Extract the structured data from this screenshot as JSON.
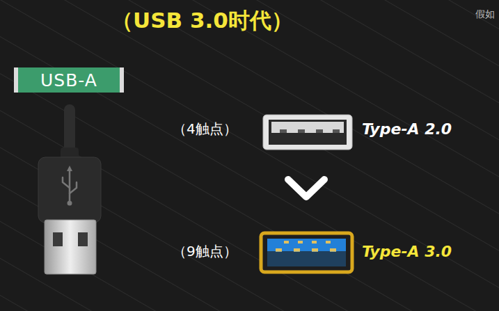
{
  "diagram": {
    "title": "（USB 3.0时代）",
    "nodes": [
      {
        "text": [
          "USB-A"
        ]
      }
    ],
    "labels": [
      "假如",
      "（4触点）",
      "Type-A 2.0",
      "（9触点）",
      "Type-A 3.0"
    ]
  }
}
